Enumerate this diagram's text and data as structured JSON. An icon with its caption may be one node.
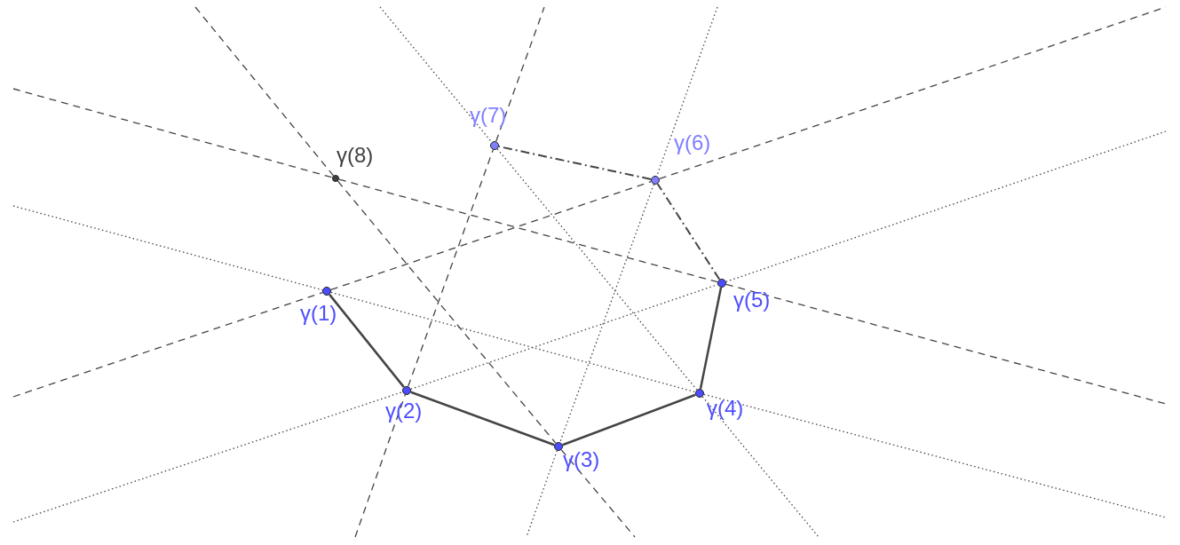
{
  "diagram": {
    "nodes": [
      {
        "text": [
          "γ(1)"
        ]
      },
      {
        "text": [
          "γ(2)"
        ]
      },
      {
        "text": [
          "γ(3)"
        ]
      },
      {
        "text": [
          "γ(4)"
        ]
      },
      {
        "text": [
          "γ(5)"
        ]
      },
      {
        "text": [
          "γ(6)"
        ]
      },
      {
        "text": [
          "γ(7)"
        ]
      },
      {
        "text": [
          "γ(8)"
        ]
      }
    ],
    "edges": [
      {
        "from": 0,
        "to": 1,
        "arrow": "none"
      },
      {
        "from": 1,
        "to": 2,
        "arrow": "none"
      },
      {
        "from": 2,
        "to": 3,
        "arrow": "none"
      },
      {
        "from": 3,
        "to": 4,
        "arrow": "none"
      },
      {
        "from": 4,
        "to": 5,
        "arrow": "none",
        "style": "dashed"
      },
      {
        "from": 5,
        "to": 6,
        "arrow": "none",
        "style": "dashed"
      },
      {
        "from": 7,
        "to": 2,
        "arrow": "none",
        "style": "dashed"
      },
      {
        "from": 7,
        "to": 4,
        "arrow": "none",
        "style": "dashed"
      },
      {
        "from": 0,
        "to": 5,
        "arrow": "none",
        "style": "dashed"
      },
      {
        "from": 1,
        "to": 6,
        "arrow": "none",
        "style": "dashed"
      },
      {
        "from": 6,
        "to": 3,
        "arrow": "none",
        "style": "dashed"
      },
      {
        "from": 0,
        "to": 3,
        "arrow": "none",
        "style": "dashed"
      },
      {
        "from": 1,
        "to": 4,
        "arrow": "none",
        "style": "dashed"
      },
      {
        "from": 5,
        "to": 2,
        "arrow": "none",
        "style": "dashed"
      }
    ]
  }
}
